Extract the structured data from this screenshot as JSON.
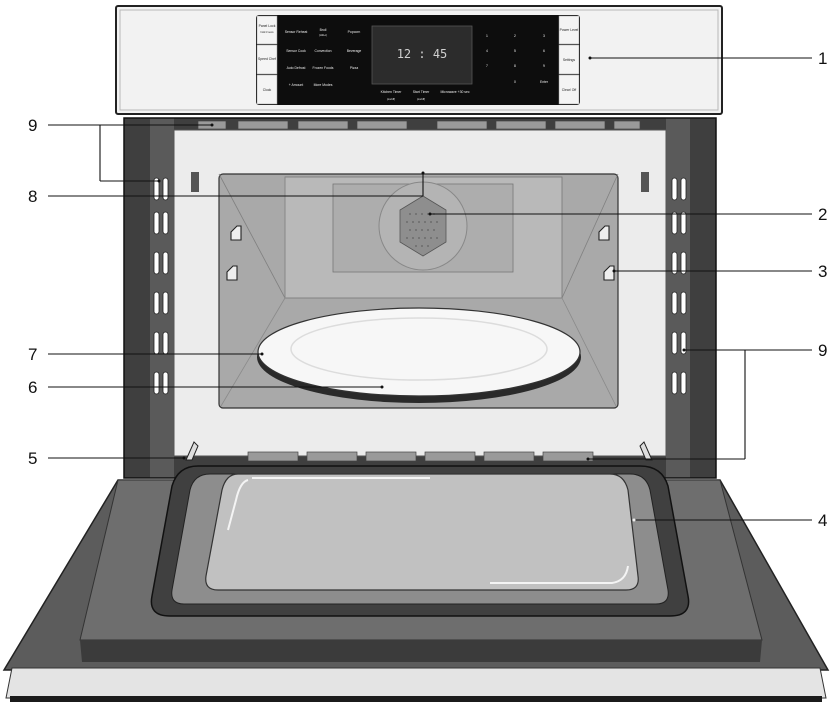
{
  "diagram": {
    "callouts": [
      {
        "id": "c1",
        "number": "1"
      },
      {
        "id": "c2",
        "number": "2"
      },
      {
        "id": "c3",
        "number": "3"
      },
      {
        "id": "c4",
        "number": "4"
      },
      {
        "id": "c5",
        "number": "5"
      },
      {
        "id": "c6",
        "number": "6"
      },
      {
        "id": "c7",
        "number": "7"
      },
      {
        "id": "c8",
        "number": "8"
      },
      {
        "id": "c9a",
        "number": "9"
      },
      {
        "id": "c9b",
        "number": "9"
      }
    ],
    "control_panel": {
      "display_time": "12 : 45",
      "left_keys": [
        "Panel Lock",
        "Speed Chef",
        "Clock"
      ],
      "left_keys_sub": [
        "hold 3 secs"
      ],
      "right_keys": [
        "Power Level",
        "Settings",
        "Clear/ Off"
      ],
      "center_keys": {
        "row1": [
          "Sensor Reheat",
          "Broil",
          "Popcorn"
        ],
        "row1_sub": [
          "(Hi/Lo)"
        ],
        "row2": [
          "Sensor Cook",
          "Convection",
          "Beverage"
        ],
        "row3": [
          "Auto Defrost",
          "Frozen Foods",
          "Pizza"
        ],
        "row4": [
          "+ Amount",
          "More Modes"
        ]
      },
      "bottom_keys": [
        "Kitchen Timer",
        "Start Timer",
        "Microwave +30 sec"
      ],
      "bottom_keys_sub": [
        "(on/off)",
        "(on/off)"
      ],
      "numpad": [
        "1",
        "2",
        "3",
        "4",
        "5",
        "6",
        "7",
        "8",
        "9",
        "0",
        "Enter"
      ]
    }
  }
}
